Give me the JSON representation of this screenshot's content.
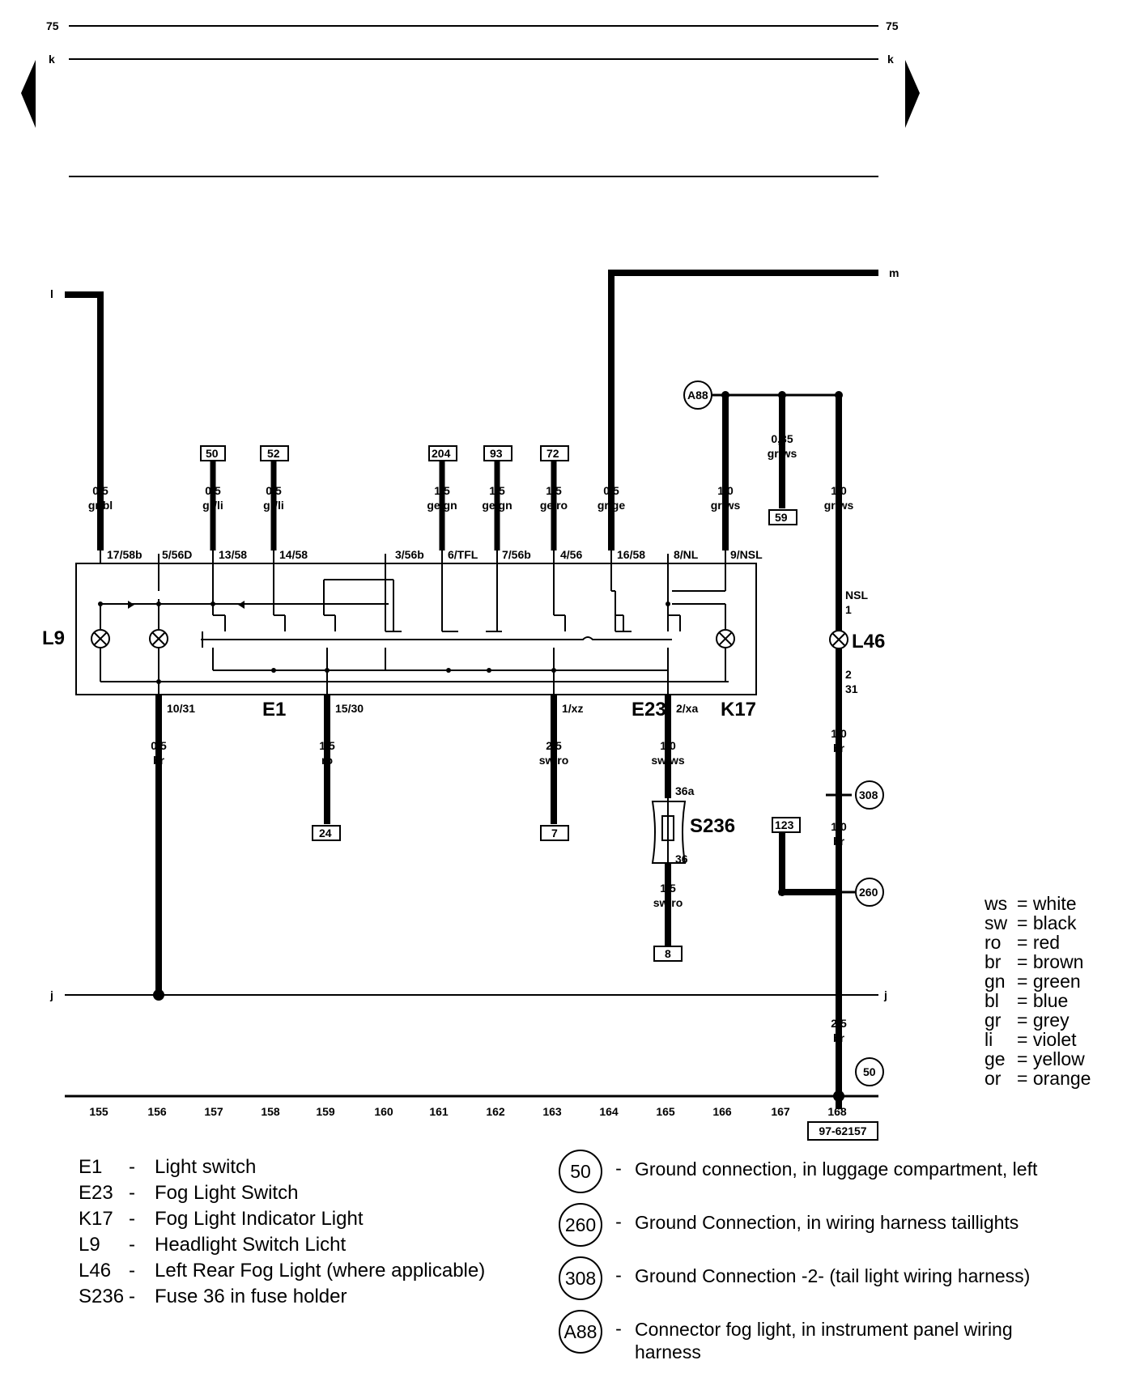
{
  "top": {
    "track_75": "75",
    "track_k": "k",
    "track_m": "m",
    "track_l": "l",
    "track_j": "j"
  },
  "components": {
    "L9": "L9",
    "E1": "E1",
    "E23": "E23",
    "K17": "K17",
    "L46": "L46",
    "S236": "S236"
  },
  "pins_top": [
    "17/58b",
    "5/56D",
    "13/58",
    "14/58",
    "3/56b",
    "6/TFL",
    "7/56b",
    "4/56",
    "16/58",
    "8/NL",
    "9/NSL"
  ],
  "pins_bottom": [
    "10/31",
    "15/30",
    "1/xz",
    "2/xa"
  ],
  "wires_top": [
    {
      "size": "0,5",
      "color": "gr/bl"
    },
    {
      "size": "0,5",
      "color": "gr/li"
    },
    {
      "size": "0,5",
      "color": "gr/li"
    },
    {
      "size": "1,5",
      "color": "ge/gn"
    },
    {
      "size": "1,5",
      "color": "ge/gn"
    },
    {
      "size": "1,5",
      "color": "ge/ro"
    },
    {
      "size": "0,5",
      "color": "gr/ge"
    },
    {
      "size": "1,0",
      "color": "gr/ws"
    },
    {
      "size": "0,35",
      "color": "gr/ws"
    },
    {
      "size": "1,0",
      "color": "gr/ws"
    }
  ],
  "wires_bottom": [
    {
      "size": "0,5",
      "color": "br"
    },
    {
      "size": "1,5",
      "color": "ro"
    },
    {
      "size": "2,5",
      "color": "sw/ro"
    },
    {
      "size": "1,0",
      "color": "sw/ws"
    },
    {
      "size": "1,5",
      "color": "sw/ro"
    },
    {
      "size": "1,0",
      "color": "br"
    },
    {
      "size": "1,0",
      "color": "br"
    },
    {
      "size": "2,5",
      "color": "br"
    }
  ],
  "refs_top": [
    "50",
    "52",
    "204",
    "93",
    "72",
    "59"
  ],
  "refs_bottom": [
    "24",
    "7",
    "8",
    "123"
  ],
  "fuse_pins": {
    "in": "36a",
    "out": "36"
  },
  "l46_pins": {
    "name": "NSL",
    "p1": "1",
    "p2": "2",
    "p31": "31"
  },
  "ground_markers": [
    "A88",
    "308",
    "260",
    "50"
  ],
  "track_numbers": [
    "155",
    "156",
    "157",
    "158",
    "159",
    "160",
    "161",
    "162",
    "163",
    "164",
    "165",
    "166",
    "167",
    "168"
  ],
  "drawing_id": "97-62157",
  "legend": [
    {
      "code": "E1",
      "desc": "Light switch"
    },
    {
      "code": "E23",
      "desc": "Fog Light Switch"
    },
    {
      "code": "K17",
      "desc": "Fog Light Indicator Light"
    },
    {
      "code": "L9",
      "desc": "Headlight Switch Licht"
    },
    {
      "code": "L46",
      "desc": "Left Rear Fog Light (where applicable)"
    },
    {
      "code": "S236",
      "desc": "Fuse 36 in fuse holder"
    }
  ],
  "grounds": [
    {
      "id": "50",
      "desc": "Ground connection, in luggage compartment, left"
    },
    {
      "id": "260",
      "desc": "Ground Connection, in wiring harness taillights"
    },
    {
      "id": "308",
      "desc": "Ground Connection -2- (tail light wiring harness)"
    },
    {
      "id": "A88",
      "desc": "Connector fog light, in instrument panel wiring harness"
    }
  ],
  "colors": [
    {
      "abbr": "ws",
      "name": "= white"
    },
    {
      "abbr": "sw",
      "name": "= black"
    },
    {
      "abbr": "ro",
      "name": "= red"
    },
    {
      "abbr": "br",
      "name": "= brown"
    },
    {
      "abbr": "gn",
      "name": "= green"
    },
    {
      "abbr": "bl",
      "name": "= blue"
    },
    {
      "abbr": "gr",
      "name": "= grey"
    },
    {
      "abbr": "li",
      "name": "= violet"
    },
    {
      "abbr": "ge",
      "name": "= yellow"
    },
    {
      "abbr": "or",
      "name": "= orange"
    }
  ]
}
